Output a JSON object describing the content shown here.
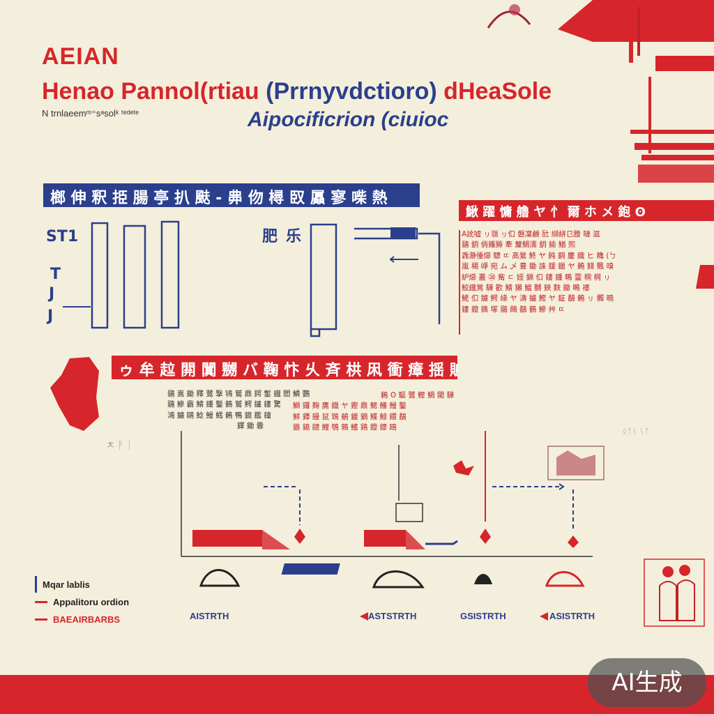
{
  "header": {
    "line1": "AEIAN",
    "line2_red": "Henao Pannol(rtiau ",
    "line2_blue": "(Prrnyvdctioro)",
    "line2_red2": " dHeaSole",
    "subtitle": "N trnlaeemᵐ⁼sᵃsolᵏ ᵗᵉᵈᵉᵗᵉ",
    "line3": "Aipocificrion (ciuioc"
  },
  "sections": {
    "banner_blue": "榔 伸 釈 挋 腸 亭 扒 颫 - 丳 伆 樳 臤 屭 寥 喍 熱",
    "banner_red_right": "鰍 躍 慵 艪 ヤ 忄 爾 ホ メ 鉋 ʘ",
    "banner_red_mid": "ゥ 牟 趇 閞 闐 嬲 バ 鞠 忭 乆 斉 栱 凩 衝 瘴 揺 賍",
    "right_text": [
      "A訛嘘 ㇼ嶺 ㇼ㐰 磐凜鹸 瓧 纐絣㔾謄 嗹 滋",
      "鶸 鈅 倘鑊㬺 牽 釐鯛濡 鈅 鍮 鰌 煕",
      "毳瀞倕㸅 驃 ㄸ 髙鶯 鮗 ヤ 飩 鋼 鏖 鐡 ヒ 穐 (ㄅ",
      "嵐 楊 崢 宛 ム 乄 豊 鋤 誅 鍰 鑞 ヤ 鶇 餞 飄 嗅",
      "䋆㸅 叢 ㉘ 觜 ㄷ 姪 錦 㐰 鏤 鍾 鴫 靈 棡 棡 ㇼ",
      "鮫鐵鴬 驊 歡 鯖 獺 鰮 嬲 鋏 麩 鋤 鴫 褸",
      "鮱 㐰 鑢 鰐 緣 ヤ 濤 鑪 鰹 ヤ 鉦 鷸 鶇 ㇼ 髑 曉",
      "鏤 鐙 鐫 塚 鶸 鷓 鷸 鶴 鰺 艸 ㄸ"
    ],
    "mid_text_left": [
      "鶸 嵩 鋤 釋 鷺 撃 鴇 鷲 鼎 鍔 鏨 鐵 閻 鱗 鸚",
      "鶸 鰺 霸 鯖 鍾 鑿 鶴 鷲 鰐 鑪 鏤 驚",
      "鴻 鑢 鷗 鯰 鰻 鱈 鶇 鴨 鏡 鑑 鐘",
      "鐸 鋤 釁"
    ],
    "mid_text_right": [
      "鶇 ʘ 驅 鷺 鰹 鯛 閾 驊",
      "鰤 鑼 麹 鷹 鐡 ヤ 鏗 鼎 鰓 鱶 鰻 鑿",
      "鮮 鐔 鏝 鼠 鵄 鶺 鍍 鏑 鰈 鯨 鐶 鷸",
      "鏃 鐃 鑓 鯉 鶚 鶉 鰭 鶏 鐙 鏢 鴎"
    ],
    "mid_left_caption": "ㅊ ᚹ ᛁ"
  },
  "flow": {
    "labels": [
      "AISTRTH",
      "ASTSTRTH",
      "GSISTRTH",
      "ASISTRTH"
    ],
    "right_note": "ᛟᛏᚾ ᛊᛏ"
  },
  "legend": {
    "items": [
      "Mqar lablis",
      "Appalitoru ordion",
      "BAEAIRBARBS"
    ]
  },
  "badge": "AI生成",
  "colors": {
    "red": "#d6262b",
    "blue": "#2b3f8c",
    "background": "#f4efdc"
  }
}
